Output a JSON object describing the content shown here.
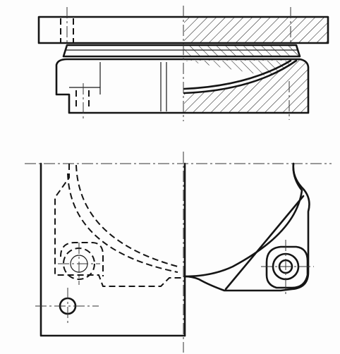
{
  "drawing": {
    "subject": "technical-drawing",
    "views": [
      "elevation-half-section",
      "plan-view"
    ],
    "colors": {
      "line": "#151515",
      "paper": "#fdfdfd",
      "hatch": "#222222"
    }
  }
}
